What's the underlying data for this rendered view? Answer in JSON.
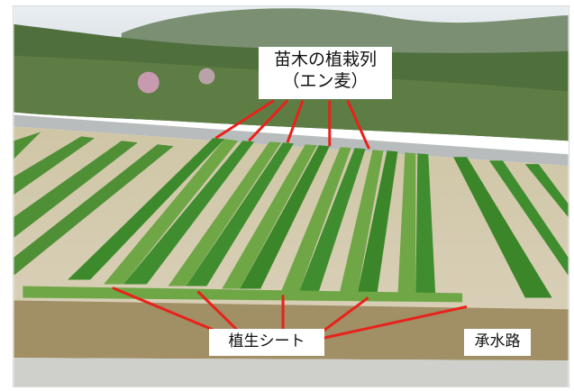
{
  "photo": {
    "label_seedling_rows": [
      "苗木の植栽列",
      "（エン麦）"
    ],
    "label_vegetation_sheet": "植生シート",
    "label_drainage_channel": "承水路"
  },
  "colors": {
    "arrow": "#e8221a",
    "grass": "#3f8a2e",
    "sand": "#d9cfb4",
    "sky": "#e7ecef"
  }
}
